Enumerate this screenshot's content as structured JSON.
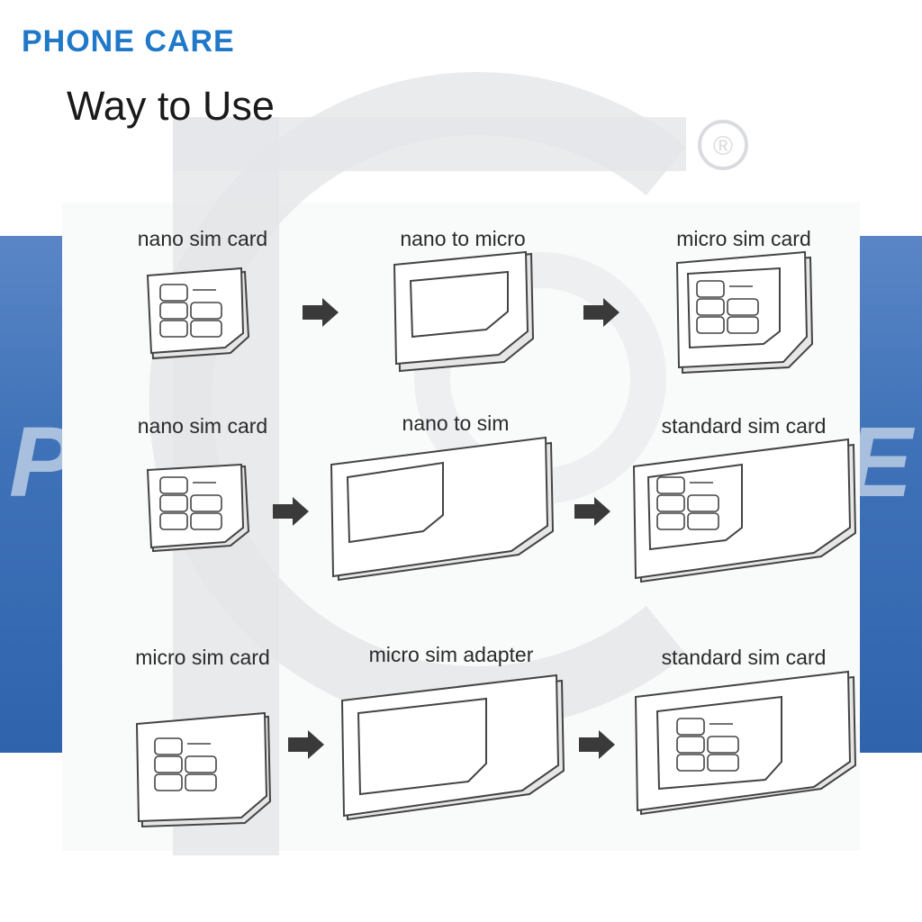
{
  "brand": {
    "name": "PHONE CARE"
  },
  "heading": "Way to Use",
  "watermark": {
    "registered_mark": "®"
  },
  "rows": [
    {
      "from": "nano sim card",
      "adapter": "nano to micro",
      "result": "micro sim card"
    },
    {
      "from": "nano sim card",
      "adapter": "nano to sim",
      "result": "standard sim card"
    },
    {
      "from": "micro sim card",
      "adapter": "micro sim adapter",
      "result": "standard sim card"
    }
  ],
  "icons": {
    "arrow": "right-arrow-icon",
    "sim": "sim-card-icon"
  },
  "colors": {
    "brand": "#1f78c8",
    "band": "#3f72b8"
  }
}
